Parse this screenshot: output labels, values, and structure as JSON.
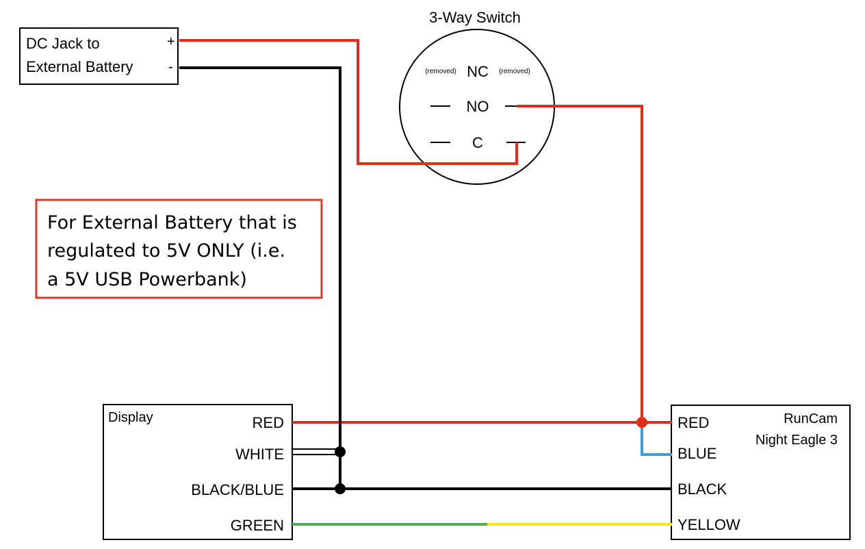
{
  "dc_jack": {
    "line1": "DC Jack to",
    "line2": "External Battery",
    "plus": "+",
    "minus": "-"
  },
  "switch": {
    "title": "3-Way Switch",
    "nc": "NC",
    "no": "NO",
    "c": "C",
    "removed_left": "(removed)",
    "removed_right": "(removed)"
  },
  "note": {
    "line1": "For External Battery that is",
    "line2": "regulated to 5V ONLY (i.e.",
    "line3": "a 5V USB Powerbank)"
  },
  "display": {
    "title": "Display",
    "pins": [
      "RED",
      "WHITE",
      "BLACK/BLUE",
      "GREEN"
    ]
  },
  "camera": {
    "title_line1": "RunCam",
    "title_line2": "Night Eagle 3",
    "pins": [
      "RED",
      "BLUE",
      "BLACK",
      "YELLOW"
    ]
  },
  "colors": {
    "red": "#e22d17",
    "black": "#000000",
    "blue": "#3d9be0",
    "green": "#4cad4f",
    "yellow": "#f5e614",
    "note_border": "#d9392a"
  }
}
